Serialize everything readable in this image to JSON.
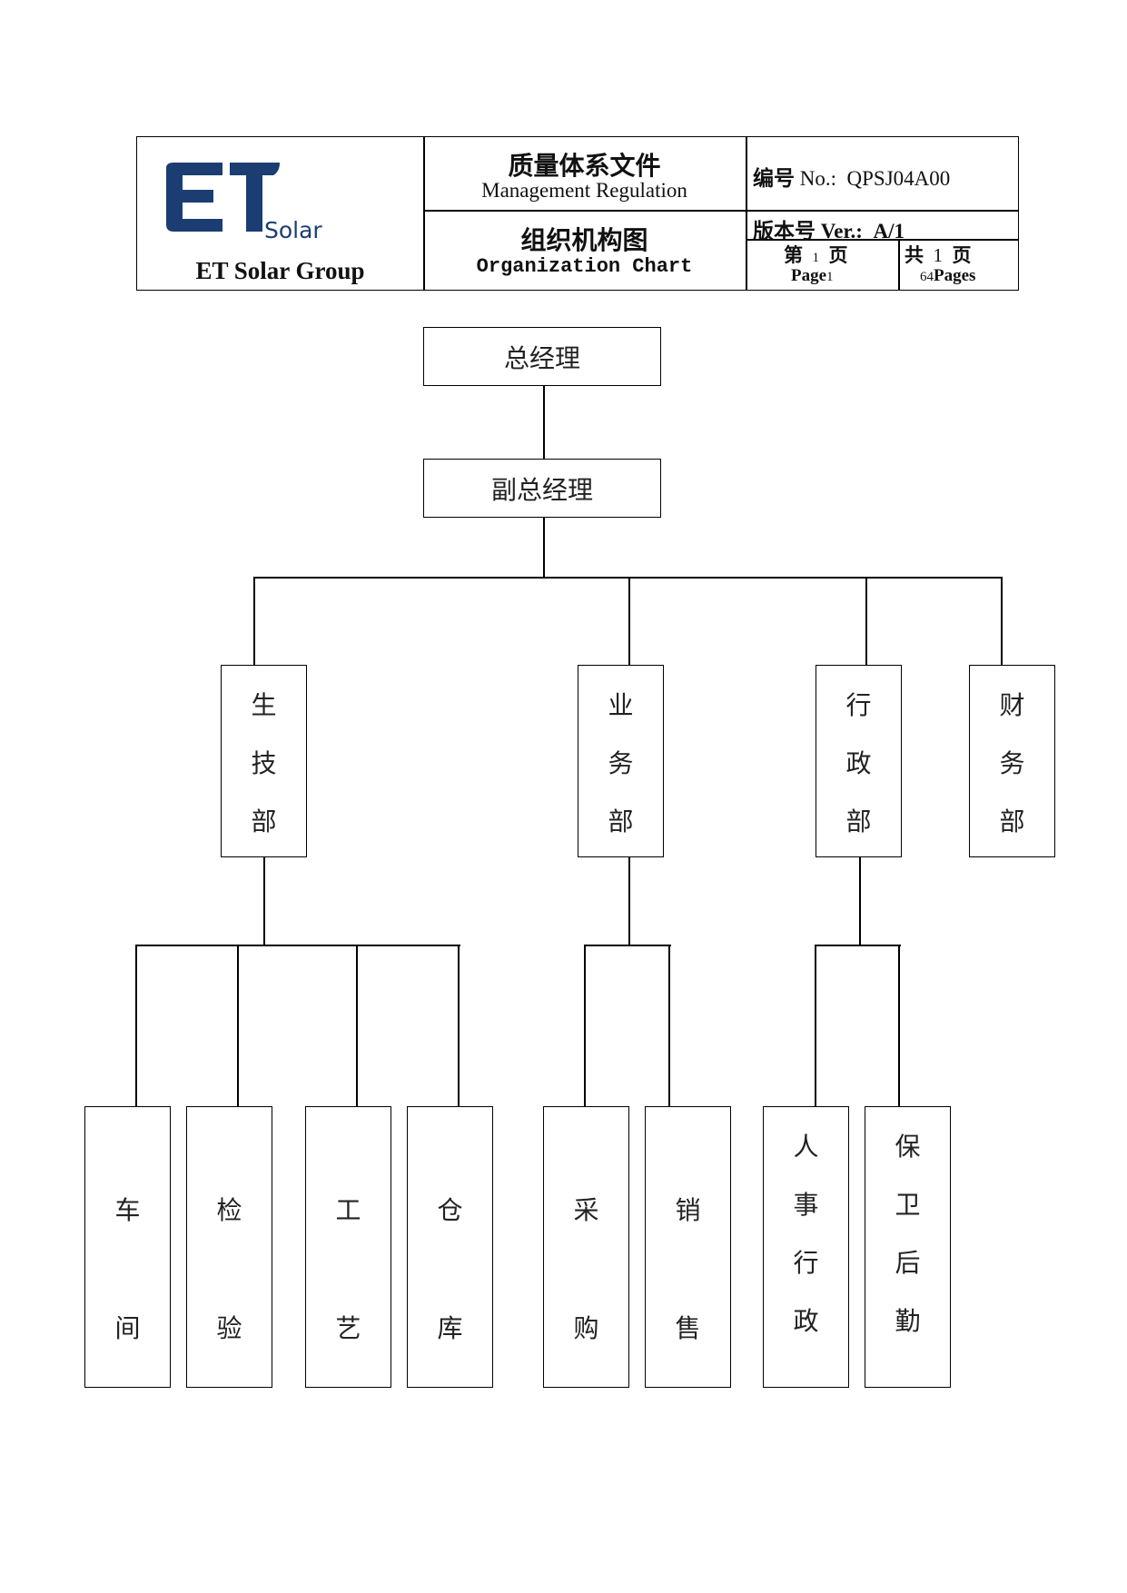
{
  "header": {
    "company_name": "ET Solar Group",
    "logo_text": "Solar",
    "doc_type_cn": "质量体系文件",
    "doc_type_en": "Management Regulation",
    "doc_title_cn": "组织机构图",
    "doc_title_en": "Organization Chart",
    "doc_no_label": "编号",
    "doc_no_label_en": "No.:",
    "doc_no": "QPSJ04A00",
    "version_label": "版本号",
    "version_label_en": "Ver.:",
    "version": "A/1",
    "page_cn_prefix": "第",
    "page_num": "1",
    "page_cn_suffix": "页",
    "page_en_label": "Page",
    "page_en_num": "1",
    "total_cn_prefix": "共",
    "total_num": "1",
    "total_cn_suffix": "页",
    "total_en_num": "64",
    "total_en_label": "Pages"
  },
  "org": {
    "top": "总经理",
    "deputy": "副总经理",
    "departments": [
      {
        "name": [
          "生",
          "技",
          "部"
        ],
        "units": [
          [
            "车",
            "间"
          ],
          [
            "检",
            "验"
          ],
          [
            "工",
            "艺"
          ],
          [
            "仓",
            "库"
          ]
        ]
      },
      {
        "name": [
          "业",
          "务",
          "部"
        ],
        "units": [
          [
            "采",
            "购"
          ],
          [
            "销",
            "售"
          ]
        ]
      },
      {
        "name": [
          "行",
          "政",
          "部"
        ],
        "units": [
          [
            "人",
            "事",
            "行",
            "政"
          ],
          [
            "保",
            "卫",
            "后",
            "勤"
          ]
        ]
      },
      {
        "name": [
          "财",
          "务",
          "部"
        ],
        "units": []
      }
    ]
  },
  "colors": {
    "logo_blue": "#1c3d72",
    "line": "#000000"
  }
}
